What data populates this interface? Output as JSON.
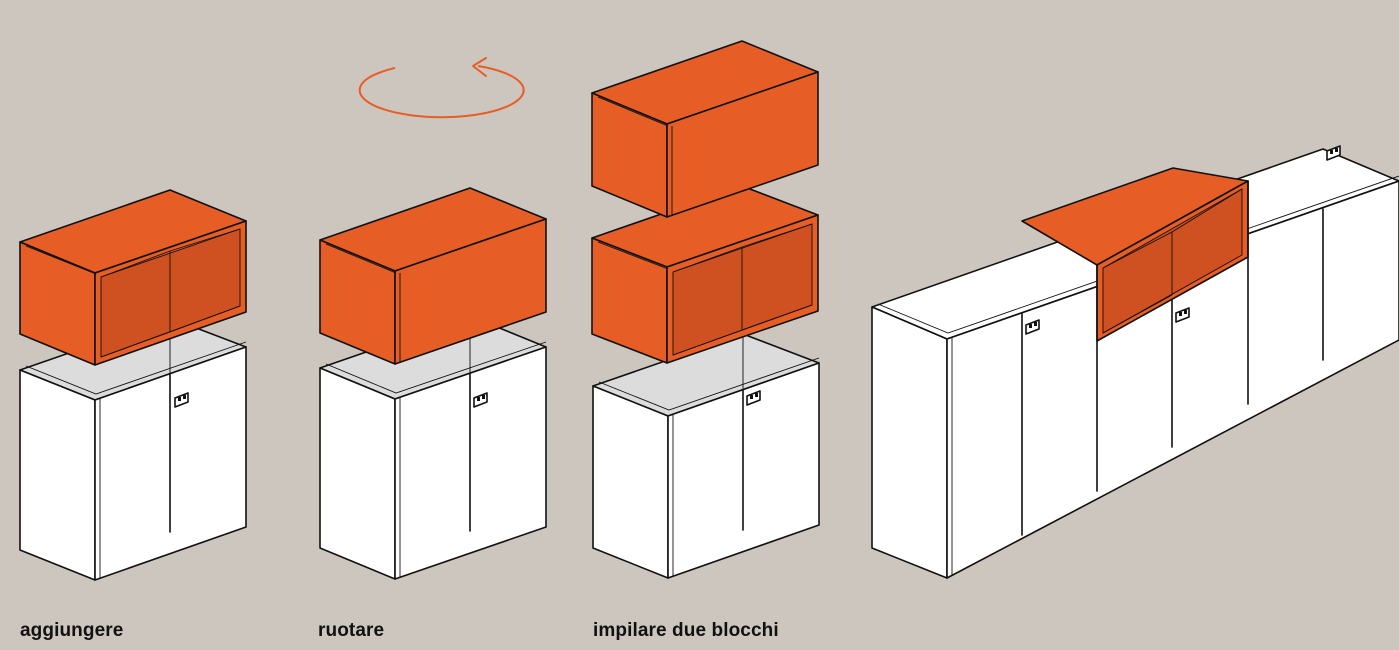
{
  "captions": {
    "add": "aggiungere",
    "rotate": "ruotare",
    "stack": "impilare due blocchi"
  },
  "colors": {
    "background": "#cdc6bf",
    "accent_orange": "#e65d26",
    "orange_dark": "#c94c1c",
    "cabinet_white": "#ffffff",
    "cabinet_top": "#dcdcdc"
  },
  "icons": {
    "rotate": "circular-arrow-icon",
    "lock": "lock-icon"
  }
}
